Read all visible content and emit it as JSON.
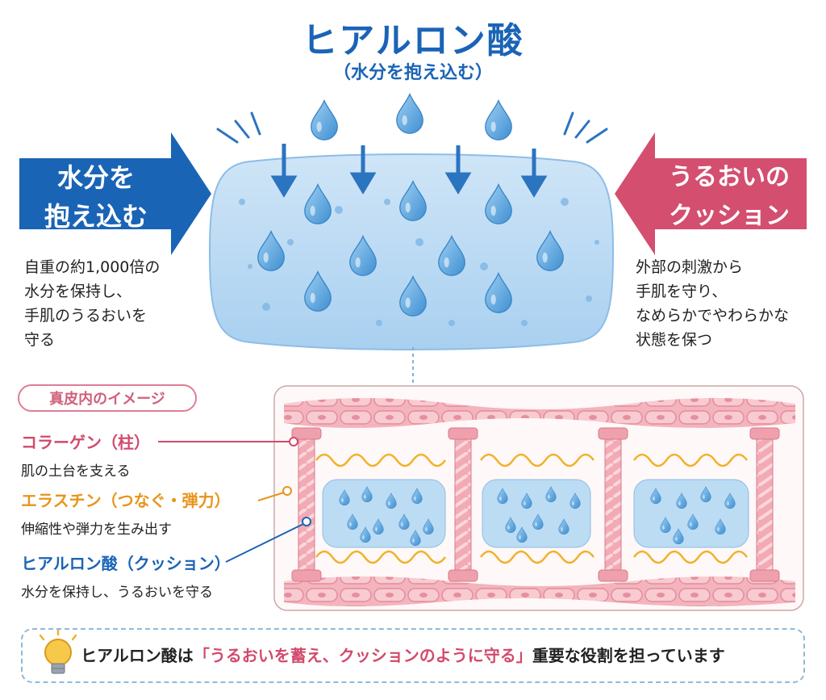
{
  "title": "ヒアルロン酸",
  "subtitle": "（水分を抱え込む）",
  "left_arrow": {
    "line1": "水分を",
    "line2": "抱え込む",
    "color": "#1a64b6"
  },
  "right_arrow": {
    "line1": "うるおいの",
    "line2": "クッション",
    "color": "#d44e6f"
  },
  "left_desc": [
    "自重の約1,000倍の",
    "水分を保持し、",
    "手肌のうるおいを",
    "守る"
  ],
  "right_desc": [
    "外部の刺激から",
    "手肌を守り、",
    "なめらかでやわらかな",
    "状態を保つ"
  ],
  "inner_badge": "真皮内のイメージ",
  "labels": [
    {
      "title": "コラーゲン（柱）",
      "desc": "肌の土台を支える",
      "color": "#d24a6c"
    },
    {
      "title": "エラスチン（つなぐ・弾力）",
      "desc": "伸縮性や弾力を生み出す",
      "color": "#e8941a"
    },
    {
      "title": "ヒアルロン酸（クッション）",
      "desc": "水分を保持し、うるおいを守る",
      "color": "#1a64b6"
    }
  ],
  "footer": {
    "pre": "ヒアルロン酸は",
    "highlight": "「うるおいを蓄え、クッションのように守る」",
    "post": "重要な役割を担っています"
  },
  "icons": [
    "water-drop-icon",
    "down-arrow-icon",
    "lightbulb-icon"
  ]
}
